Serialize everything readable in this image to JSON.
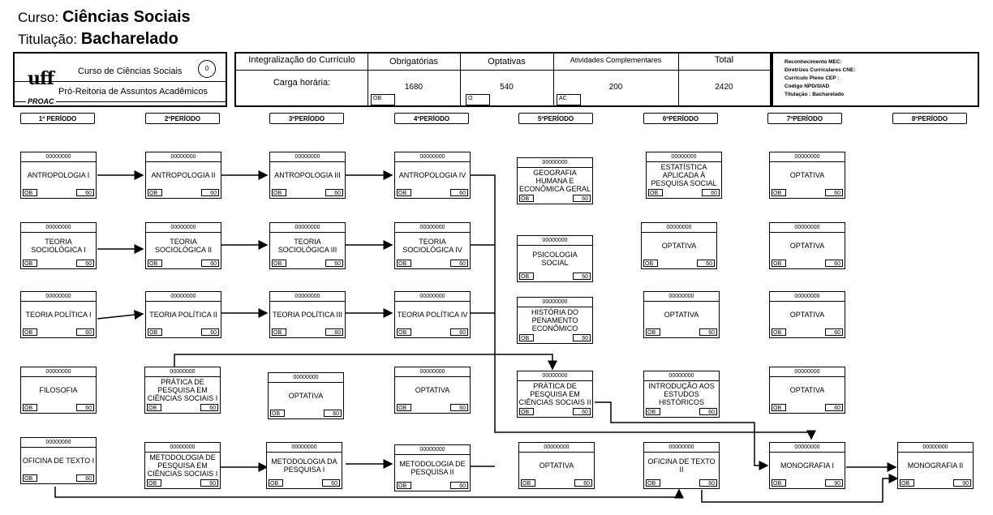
{
  "header": {
    "curso_label": "Curso:",
    "curso_value": "Ciências Sociais",
    "titulacao_label": "Titulação:",
    "titulacao_value": "Bacharelado"
  },
  "logo_box": {
    "course_name": "Curso de Ciências Sociais",
    "circle_value": "0",
    "dept": "Pró-Reitoria de Assuntos Acadêmicos",
    "logo_text": "uff",
    "logo_sub": "PROAC"
  },
  "integration": {
    "title": "Integralização do Currículo",
    "carga_label": "Carga horária:",
    "col_headers": [
      "Obrigatórias",
      "Optativas",
      "Atividades Complementares",
      "Total"
    ],
    "values": [
      "1680",
      "540",
      "200",
      "2420"
    ],
    "tags": [
      "OB",
      "O",
      "AC"
    ]
  },
  "info": {
    "lines": [
      "Reconhecimento MEC:",
      "Diretrizes Curriculares CNE:",
      "Currículo Pleno CEP :",
      "Codigo NPD/SIAD",
      "Titulação : Bacharelado"
    ]
  },
  "periods": [
    "1º PERÍODO",
    "2ºPERÍODO",
    "3ºPERÍODO",
    "4ºPERÍODO",
    "5ºPERÍODO",
    "6ºPERÍODO",
    "7ºPERÍODO",
    "8ºPERÍODO"
  ],
  "courses": [
    {
      "id": "c1",
      "code": "00000000",
      "name": "ANTROPOLOGIA I",
      "type": "OB",
      "hours": "60"
    },
    {
      "id": "c2",
      "code": "00000000",
      "name": "ANTROPOLOGIA II",
      "type": "OB",
      "hours": "60"
    },
    {
      "id": "c3",
      "code": "00000000",
      "name": "ANTROPOLOGIA III",
      "type": "OB",
      "hours": "60"
    },
    {
      "id": "c4",
      "code": "00000000",
      "name": "ANTROPOLOGIA IV",
      "type": "OB",
      "hours": "60"
    },
    {
      "id": "c5",
      "code": "00000000",
      "name": "GEOGRAFIA HUMANA E ECONÔMICA GERAL",
      "type": "OB",
      "hours": "60"
    },
    {
      "id": "c6",
      "code": "00000000",
      "name": "ESTATÍSTICA APLICADA À PESQUISA SOCIAL",
      "type": "OB",
      "hours": "60"
    },
    {
      "id": "c7",
      "code": "00000000",
      "name": "OPTATIVA",
      "type": "OB",
      "hours": "60"
    },
    {
      "id": "c8",
      "code": "00000000",
      "name": "TEORIA SOCIOLÓGICA I",
      "type": "OB",
      "hours": "60"
    },
    {
      "id": "c9",
      "code": "00000000",
      "name": "TEORIA SOCIOLÓGICA II",
      "type": "OB",
      "hours": "60"
    },
    {
      "id": "c10",
      "code": "00000000",
      "name": "TEORIA SOCIOLÓGICA III",
      "type": "OB",
      "hours": "60"
    },
    {
      "id": "c11",
      "code": "00000000",
      "name": "TEORIA SOCIOLÓGICA IV",
      "type": "OB",
      "hours": "60"
    },
    {
      "id": "c12",
      "code": "00000000",
      "name": "PSICOLOGIA SOCIAL",
      "type": "OB",
      "hours": "60"
    },
    {
      "id": "c13",
      "code": "00000000",
      "name": "OPTATIVA",
      "type": "OB",
      "hours": "60"
    },
    {
      "id": "c14",
      "code": "00000000",
      "name": "OPTATIVA",
      "type": "OB",
      "hours": "60"
    },
    {
      "id": "c15",
      "code": "00000000",
      "name": "TEORIA POLÍTICA I",
      "type": "OB",
      "hours": "60"
    },
    {
      "id": "c16",
      "code": "00000000",
      "name": "TEORIA POLÍTICA II",
      "type": "OB",
      "hours": "60"
    },
    {
      "id": "c17",
      "code": "00000000",
      "name": "TEORIA POLÍTICA III",
      "type": "OB",
      "hours": "60"
    },
    {
      "id": "c18",
      "code": "00000000",
      "name": "TEORIA POLÍTICA IV",
      "type": "OB",
      "hours": "60"
    },
    {
      "id": "c19",
      "code": "00000000",
      "name": "HISTÓRIA DO PENAMENTO ECONÔMICO",
      "type": "OB",
      "hours": "60"
    },
    {
      "id": "c20",
      "code": "00000000",
      "name": "OPTATIVA",
      "type": "OB",
      "hours": "60"
    },
    {
      "id": "c21",
      "code": "00000000",
      "name": "OPTATIVA",
      "type": "OB",
      "hours": "60"
    },
    {
      "id": "c22",
      "code": "00000000",
      "name": "FILOSOFIA",
      "type": "OB",
      "hours": "60"
    },
    {
      "id": "c23",
      "code": "00000000",
      "name": "PRÁTICA DE PESQUISA EM CIÊNCIAS SOCIAIS I",
      "type": "OB",
      "hours": "60"
    },
    {
      "id": "c24",
      "code": "00000000",
      "name": "OPTATIVA",
      "type": "OB",
      "hours": "60"
    },
    {
      "id": "c25",
      "code": "00000000",
      "name": "OPTATIVA",
      "type": "OB",
      "hours": "60"
    },
    {
      "id": "c26",
      "code": "00000000",
      "name": "PRÁTICA DE PESQUISA EM CIÊNCIAS SOCIAIS II",
      "type": "OB",
      "hours": "60"
    },
    {
      "id": "c27",
      "code": "00000000",
      "name": "INTRODUÇÃO AOS ESTUDOS HISTÓRICOS",
      "type": "OB",
      "hours": "60"
    },
    {
      "id": "c28",
      "code": "00000000",
      "name": "OPTATIVA",
      "type": "OB",
      "hours": "60"
    },
    {
      "id": "c29",
      "code": "00000000",
      "name": "OFICINA DE TEXTO I",
      "type": "OB",
      "hours": "60"
    },
    {
      "id": "c30",
      "code": "00000000",
      "name": "METODOLOGIA DE PESQUISA EM CIÊNCIAS SOCIAIS I",
      "type": "OB",
      "hours": "60"
    },
    {
      "id": "c31",
      "code": "00000000",
      "name": "METODOLOGIA DA PESQUISA I",
      "type": "OB",
      "hours": "60"
    },
    {
      "id": "c32",
      "code": "00000000",
      "name": "METODOLOGIA DE PESQUISA II",
      "type": "OB",
      "hours": "60"
    },
    {
      "id": "c33",
      "code": "00000000",
      "name": "OPTATIVA",
      "type": "OB",
      "hours": "60"
    },
    {
      "id": "c34",
      "code": "00000000",
      "name": "OFICINA DE TEXTO II",
      "type": "OB",
      "hours": "60"
    },
    {
      "id": "c35",
      "code": "00000000",
      "name": "MONOGRAFIA I",
      "type": "OB",
      "hours": "90"
    },
    {
      "id": "c36",
      "code": "00000000",
      "name": "MONOGRAFIA II",
      "type": "OB",
      "hours": "90"
    }
  ]
}
